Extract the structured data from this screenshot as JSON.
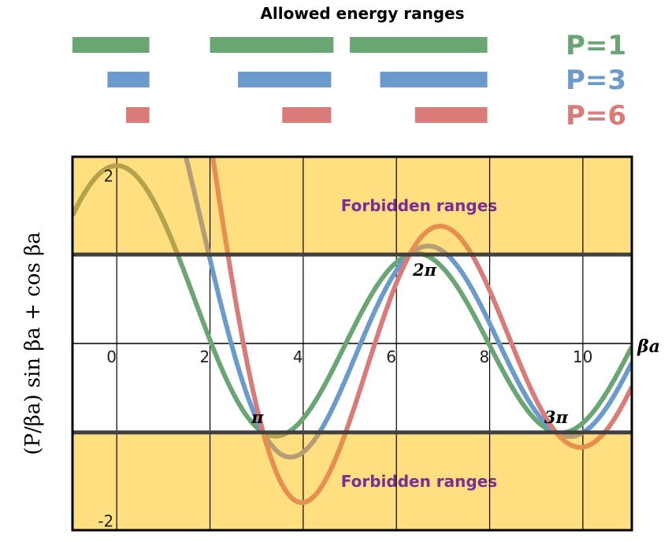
{
  "chart_data": {
    "type": "line",
    "title": "Allowed energy ranges",
    "xlabel": "βa",
    "ylabel": "(P/βa) sin βa + cos βa",
    "xlim": [
      -0.95,
      11.05
    ],
    "ylim": [
      -2.1,
      2.1
    ],
    "x_ticks": [
      0,
      2,
      4,
      6,
      8,
      10
    ],
    "x_tick_labels": [
      "0",
      "2",
      "4",
      "6",
      "8",
      "10"
    ],
    "y_ticks": [
      -2,
      2
    ],
    "y_tick_labels": [
      "-2",
      "2"
    ],
    "grid": true,
    "band_limits": [
      -1,
      1
    ],
    "band_label": "Forbidden ranges",
    "annotations": [
      {
        "text": "π",
        "x": 3.14159,
        "y": -1
      },
      {
        "text": "2π",
        "x": 6.28319,
        "y": 1
      },
      {
        "text": "3π",
        "x": 9.42478,
        "y": -1
      }
    ],
    "series": [
      {
        "name": "P=1",
        "P": 1,
        "color": "#6aa673"
      },
      {
        "name": "P=3",
        "P": 3,
        "color": "#6a9bcc"
      },
      {
        "name": "P=6",
        "P": 6,
        "color": "#d97b78"
      }
    ],
    "allowed_ranges": [
      {
        "name": "P=1",
        "color": "#6aa673",
        "ranges": [
          [
            -1.0,
            0.7
          ],
          [
            2.0,
            4.65
          ],
          [
            5.0,
            7.95
          ]
        ]
      },
      {
        "name": "P=3",
        "color": "#6a9bcc",
        "ranges": [
          [
            -0.2,
            0.7
          ],
          [
            2.6,
            4.6
          ],
          [
            5.65,
            7.95
          ]
        ]
      },
      {
        "name": "P=6",
        "color": "#d97b78",
        "ranges": [
          [
            0.2,
            0.7
          ],
          [
            3.55,
            4.6
          ],
          [
            6.4,
            7.95
          ]
        ]
      }
    ],
    "highlight_color": "#f2a02b",
    "forbidden_color": "#ffdf80"
  }
}
